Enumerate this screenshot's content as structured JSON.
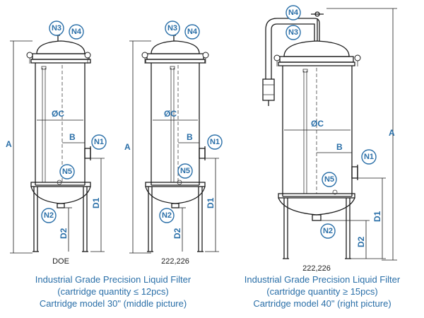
{
  "labels": {
    "n1": "N1",
    "n2": "N2",
    "n3": "N3",
    "n4": "N4",
    "n5": "N5",
    "dim_a": "A",
    "dim_b": "B",
    "dim_c": "ØC",
    "dim_d1": "D1",
    "dim_d2": "D2"
  },
  "subfigures": {
    "left": {
      "bottom_label": "DOE"
    },
    "middle": {
      "bottom_label": "222,226"
    },
    "right": {
      "bottom_label": "222,226"
    }
  },
  "captions": {
    "left": {
      "line1": "Industrial Grade Precision Liquid Filter",
      "line2": "(cartridge quantity ≤ 12pcs)",
      "line3": "Cartridge model 30\" (middle picture)"
    },
    "right": {
      "line1": "Industrial Grade Precision Liquid Filter",
      "line2": "(cartridge quantity ≥ 15pcs)",
      "line3": "Cartridge model 40\" (right picture)"
    }
  },
  "colors": {
    "accent": "#2a6fa8",
    "line": "#1c1c1c"
  }
}
